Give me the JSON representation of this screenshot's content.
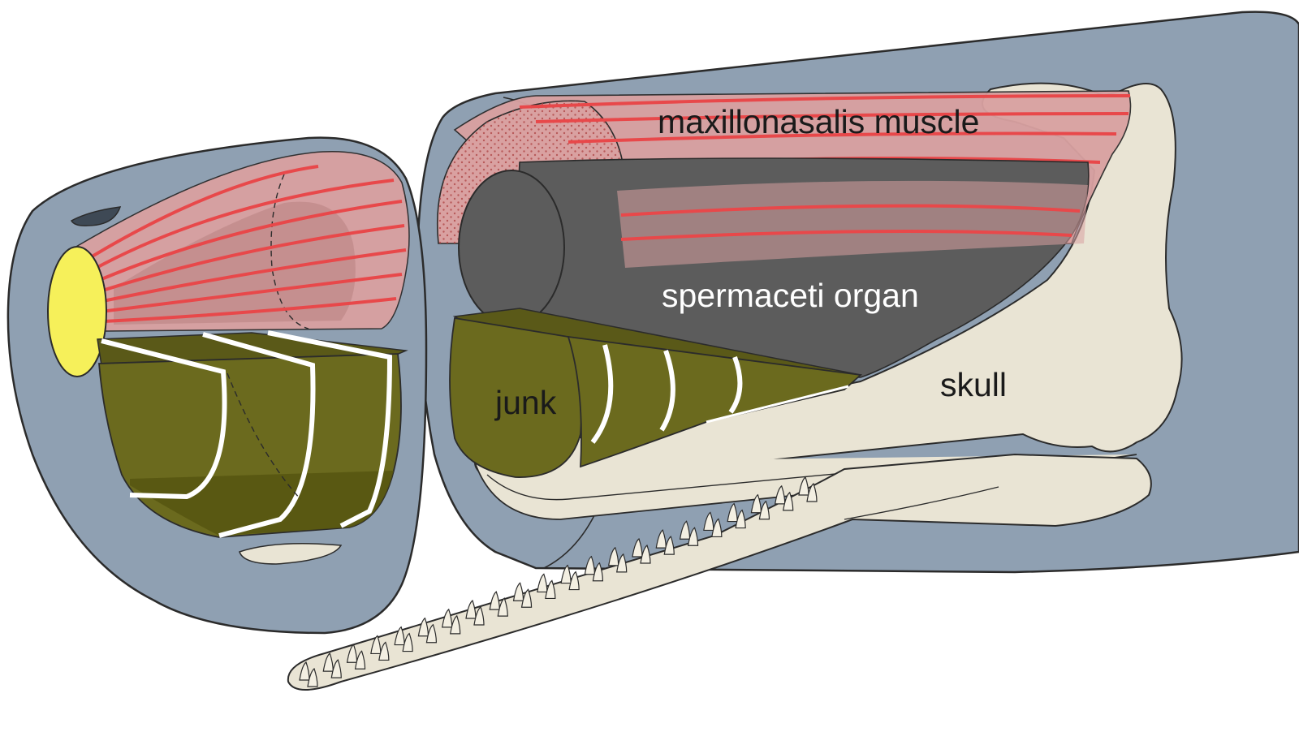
{
  "diagram": {
    "labels": {
      "muscle": "maxillonasalis muscle",
      "organ": "spermaceti organ",
      "junk": "junk",
      "skull": "skull"
    },
    "colors": {
      "background": "#ffffff",
      "head_tissue": "#8fa0b2",
      "muscle": "#d9a1a1",
      "muscle_line": "#e8484a",
      "spermaceti": "#5c5c5c",
      "junk": "#6b6a1e",
      "junk_partition": "#ffffff",
      "skull": "#e9e4d4",
      "nose_spot": "#f6f05a",
      "outline": "#2b2b2b"
    }
  }
}
